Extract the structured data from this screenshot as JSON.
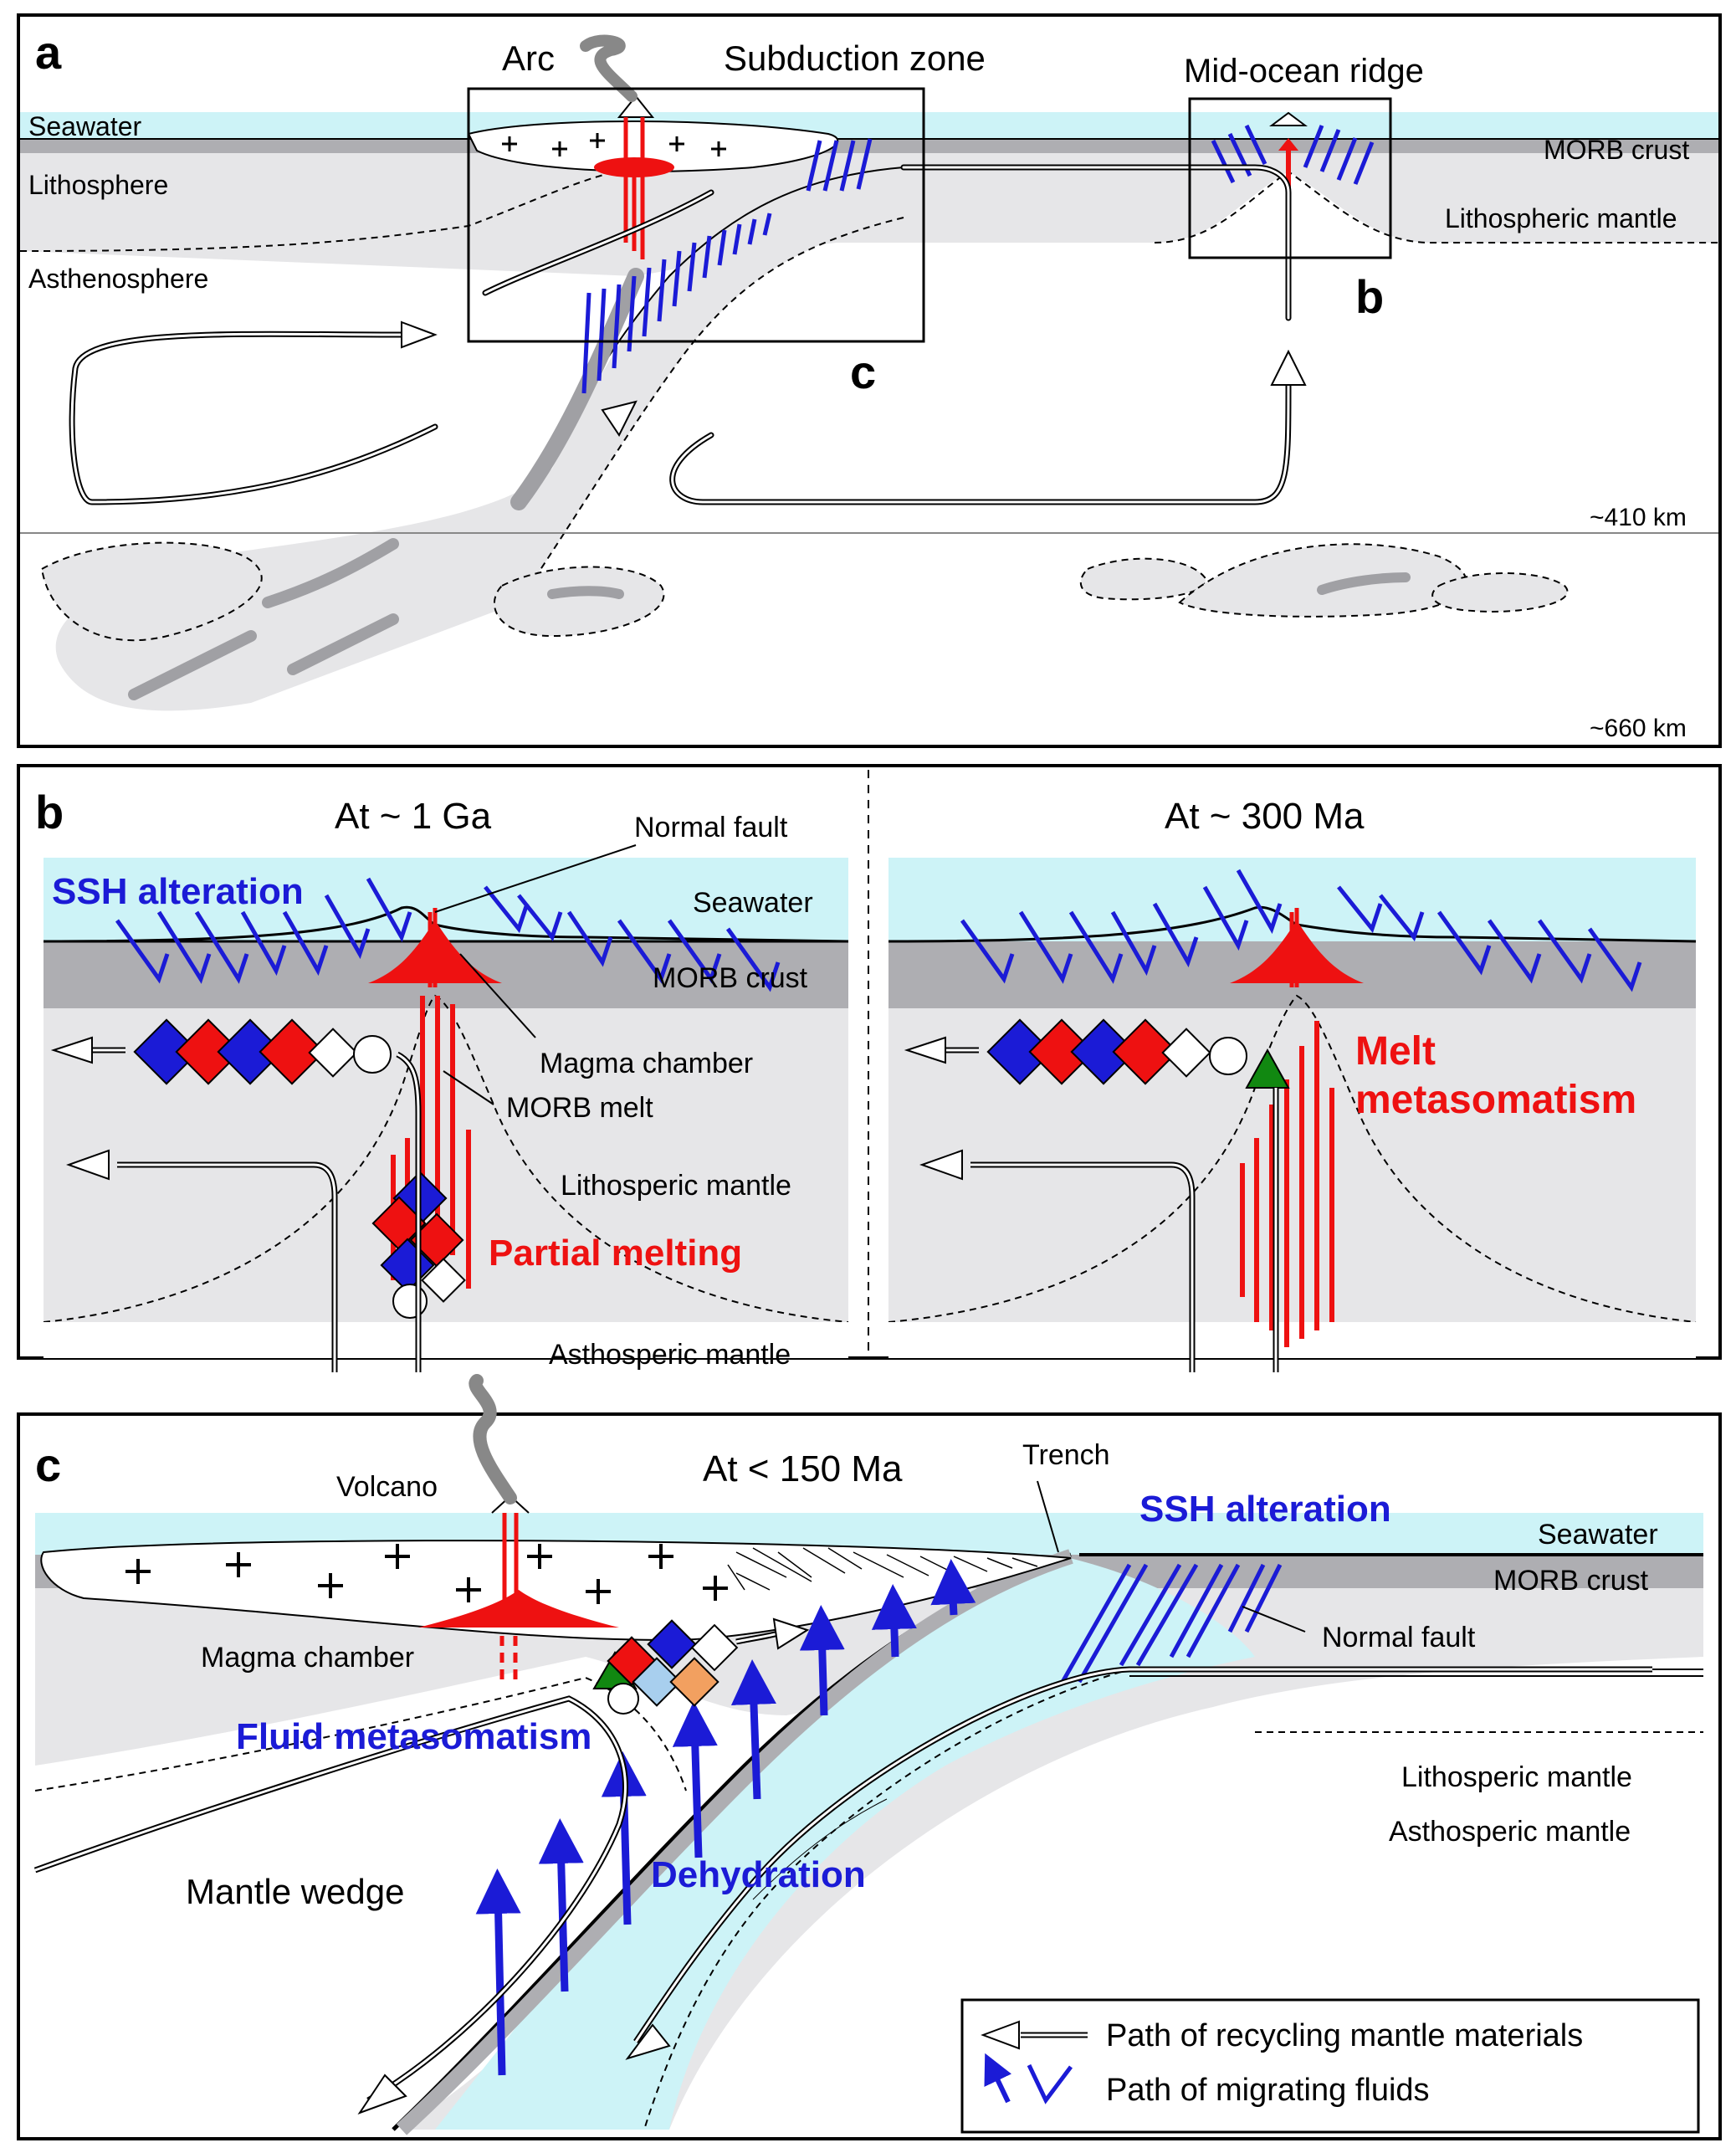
{
  "colors": {
    "seawater": "#cdf3f7",
    "crust": "#aeaeb2",
    "mantle": "#e6e6e8",
    "blue": "#1b1bd6",
    "red": "#ee1111",
    "green": "#118811",
    "orange": "#f2a060",
    "lightblue": "#a8cfee"
  },
  "panel_a": {
    "letter": "a",
    "arc": "Arc",
    "subduction_zone": "Subduction zone",
    "mid_ocean_ridge": "Mid-ocean ridge",
    "seawater": "Seawater",
    "lithosphere": "Lithosphere",
    "asthenosphere": "Asthenosphere",
    "morb_crust": "MORB crust",
    "lithospheric_mantle": "Lithospheric mantle",
    "depth_410": "~410 km",
    "depth_660": "~660 km",
    "box_b": "b",
    "box_c": "c"
  },
  "panel_b": {
    "letter": "b",
    "age_left": "At ~ 1 Ga",
    "age_right": "At ~ 300 Ma",
    "normal_fault": "Normal fault",
    "ssh_alteration": "SSH alteration",
    "seawater": "Seawater",
    "morb_crust": "MORB crust",
    "magma_chamber": "Magma chamber",
    "morb_melt": "MORB melt",
    "lithospheric_mantle": "Lithosperic mantle",
    "partial_melting": "Partial melting",
    "asthenospheric_mantle": "Asthosperic mantle",
    "melt_metasomatism_1": "Melt",
    "melt_metasomatism_2": "metasomatism"
  },
  "panel_c": {
    "letter": "c",
    "volcano": "Volcano",
    "age": "At < 150 Ma",
    "trench": "Trench",
    "ssh_alteration": "SSH alteration",
    "seawater": "Seawater",
    "morb_crust": "MORB crust",
    "normal_fault": "Normal fault",
    "magma_chamber": "Magma chamber",
    "fluid_metasomatism": "Fluid metasomatism",
    "lithospheric_mantle": "Lithosperic mantle",
    "asthenospheric_mantle": "Asthosperic mantle",
    "mantle_wedge": "Mantle wedge",
    "dehydration": "Dehydration",
    "legend_recycling": "Path of recycling mantle materials",
    "legend_fluids": "Path of migrating fluids"
  }
}
